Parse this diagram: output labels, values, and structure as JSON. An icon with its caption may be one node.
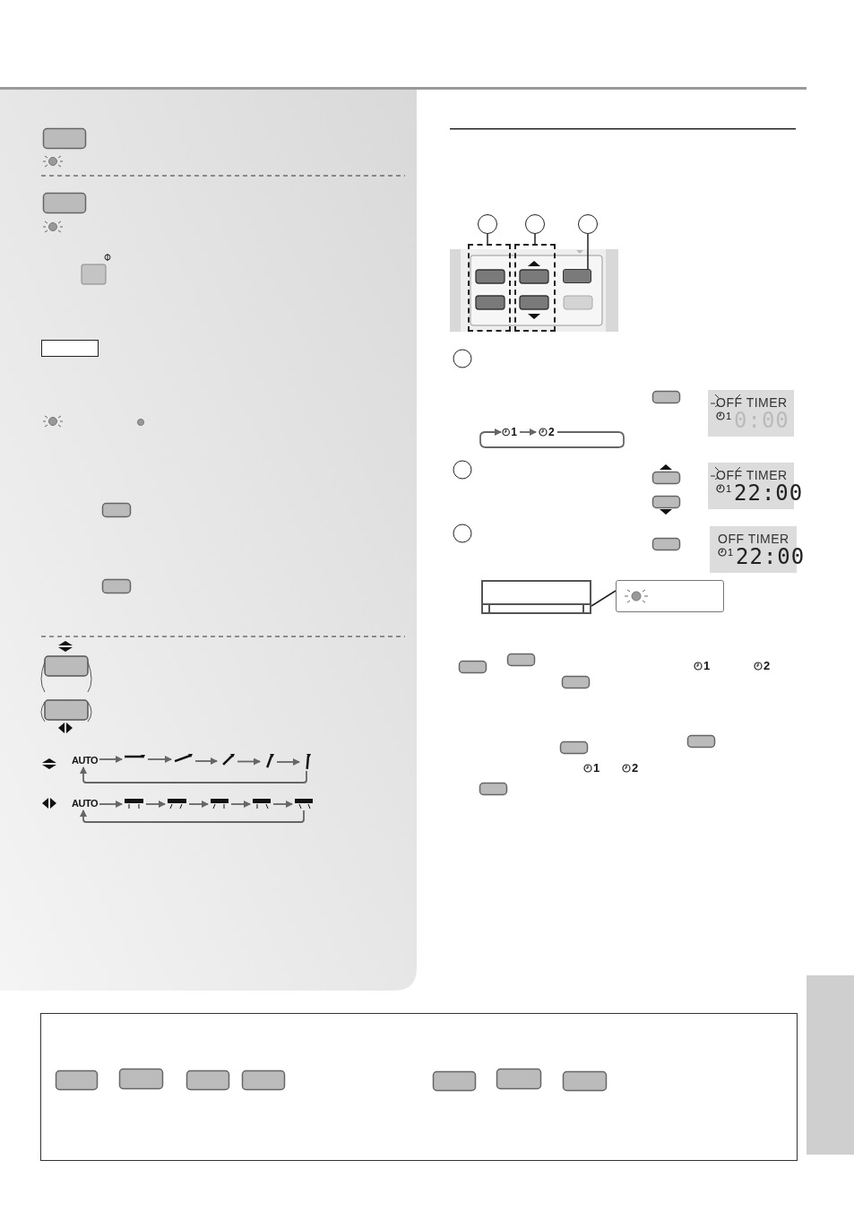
{
  "diagram": {
    "nodes": [
      {
        "text": [
          "AUTO"
        ]
      },
      {
        "text": [],
        "shape": "icon"
      },
      {
        "text": [],
        "shape": "icon"
      },
      {
        "text": [],
        "shape": "icon"
      },
      {
        "text": [],
        "shape": "icon"
      },
      {
        "text": [],
        "shape": "icon"
      },
      {
        "text": [
          "AUTO"
        ]
      },
      {
        "text": [],
        "shape": "icon"
      },
      {
        "text": [],
        "shape": "icon"
      },
      {
        "text": [],
        "shape": "icon"
      },
      {
        "text": [],
        "shape": "icon"
      },
      {
        "text": [],
        "shape": "icon"
      },
      {
        "text": [
          "1"
        ]
      },
      {
        "text": [
          "2"
        ]
      },
      {
        "text": [],
        "shape": "circle"
      },
      {
        "text": [],
        "shape": "circle"
      },
      {
        "text": [],
        "shape": "circle"
      },
      {
        "text": [],
        "shape": "box"
      },
      {
        "text": [],
        "shape": "box"
      },
      {
        "text": [],
        "shape": "box"
      },
      {
        "text": [],
        "shape": "box"
      },
      {
        "text": [],
        "shape": "box"
      },
      {
        "text": [],
        "shape": "box"
      }
    ],
    "edges": [
      {
        "from": 0,
        "to": 1,
        "arrow": "to"
      },
      {
        "from": 1,
        "to": 2,
        "arrow": "to"
      },
      {
        "from": 2,
        "to": 3,
        "arrow": "to"
      },
      {
        "from": 3,
        "to": 4,
        "arrow": "to"
      },
      {
        "from": 4,
        "to": 5,
        "arrow": "to"
      },
      {
        "from": 5,
        "to": 0,
        "arrow": "to"
      },
      {
        "from": 6,
        "to": 7,
        "arrow": "to"
      },
      {
        "from": 7,
        "to": 8,
        "arrow": "to"
      },
      {
        "from": 8,
        "to": 9,
        "arrow": "to"
      },
      {
        "from": 9,
        "to": 10,
        "arrow": "to"
      },
      {
        "from": 10,
        "to": 11,
        "arrow": "to"
      },
      {
        "from": 11,
        "to": 6,
        "arrow": "to"
      },
      {
        "from": 12,
        "to": 13,
        "arrow": "to"
      },
      {
        "from": 13,
        "to": 12,
        "arrow": "to"
      },
      {
        "from": 14,
        "to": 17,
        "arrow": "none"
      },
      {
        "from": 15,
        "to": 18,
        "arrow": "none"
      },
      {
        "from": 16,
        "to": 19,
        "arrow": "none"
      },
      {
        "from": 21,
        "to": 20,
        "arrow": "none"
      }
    ],
    "labels": [
      "OFF TIMER",
      "1",
      "0:00",
      "OFF TIMER",
      "1",
      "22:00",
      "OFF TIMER",
      "1",
      "22:00",
      "1",
      "2",
      "1",
      "2"
    ]
  }
}
